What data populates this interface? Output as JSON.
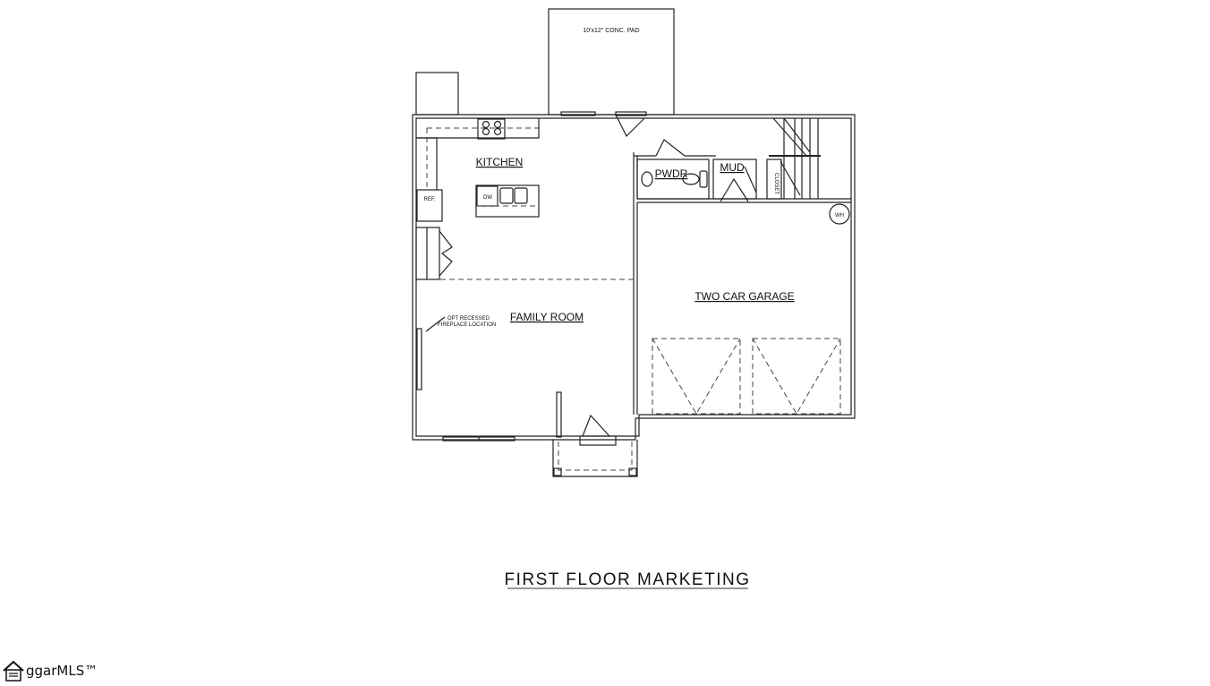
{
  "plan": {
    "title": "FIRST FLOOR MARKETING",
    "rooms": {
      "pad": "10'x12\" CONC. PAD",
      "kitchen": "KITCHEN",
      "family_room": "FAMILY ROOM",
      "powder": "PWDR",
      "mud": "MUD",
      "closet": "CLOSET",
      "garage": "TWO CAR GARAGE"
    },
    "fixtures": {
      "refrigerator": "REF.",
      "dishwasher": "DW",
      "water_heater": "WH"
    },
    "notes": {
      "fireplace_line1": "OPT RECESSED",
      "fireplace_line2": "FIREPLACE LOCATION"
    }
  },
  "watermark": {
    "text": "ggarMLS™"
  }
}
